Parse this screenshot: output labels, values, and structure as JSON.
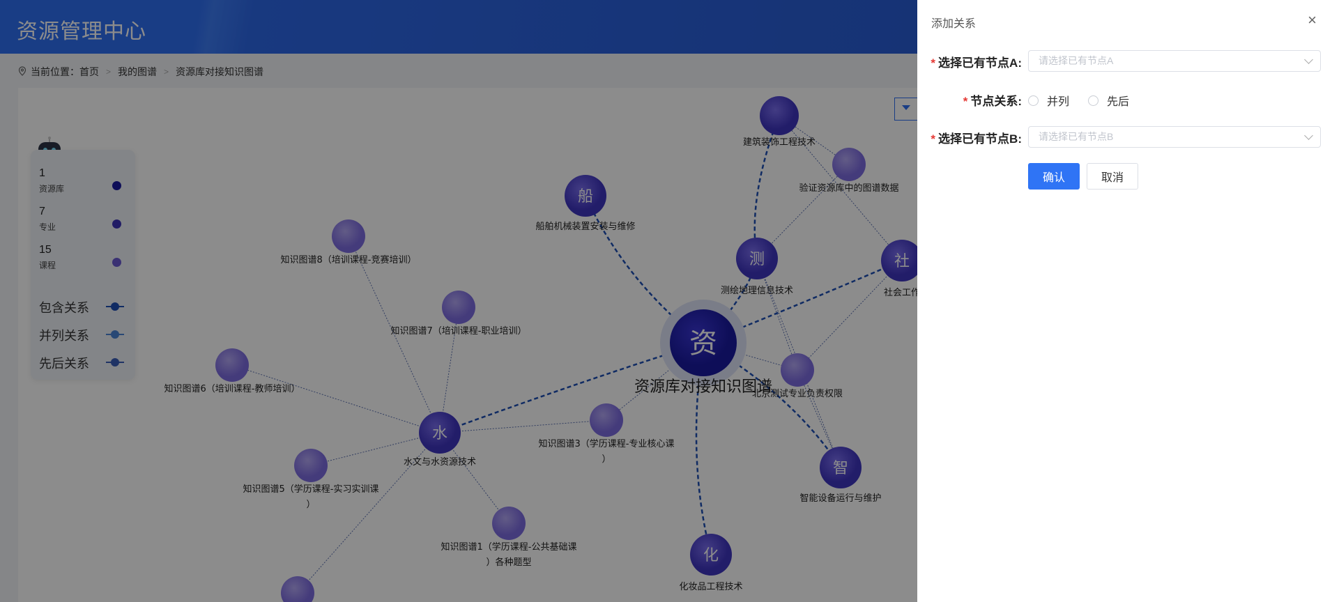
{
  "app": {
    "title": "资源管理中心"
  },
  "breadcrumb": {
    "prefix": "当前位置：",
    "items": [
      "首页",
      "我的图谱",
      "资源库对接知识图谱"
    ]
  },
  "legend": {
    "counts": [
      {
        "value": "1",
        "label": "资源库",
        "color": "#1a1aa0"
      },
      {
        "value": "7",
        "label": "专业",
        "color": "#3d33b8"
      },
      {
        "value": "15",
        "label": "课程",
        "color": "#6a5ad2"
      }
    ],
    "relations": [
      {
        "label": "包含关系",
        "color": "#1e4fb4"
      },
      {
        "label": "并列关系",
        "color": "#4a84d6"
      },
      {
        "label": "先后关系",
        "color": "#3a5db8"
      }
    ]
  },
  "graph": {
    "nodes": [
      {
        "id": "center",
        "char": "资",
        "label": "资源库对接知识图谱",
        "kind": "root"
      },
      {
        "id": "jz",
        "char": "",
        "label": "建筑装饰工程技术",
        "kind": "major"
      },
      {
        "id": "yz",
        "char": "",
        "label": "验证资源库中的图谱数据",
        "kind": "course"
      },
      {
        "id": "cb",
        "char": "船",
        "label": "船舶机械装置安装与维修",
        "kind": "major"
      },
      {
        "id": "ch",
        "char": "测",
        "label": "测绘地理信息技术",
        "kind": "major"
      },
      {
        "id": "sh",
        "char": "社",
        "label": "社会工作",
        "kind": "major"
      },
      {
        "id": "wj",
        "char": "",
        "label": "北京测试专业负责权限",
        "kind": "course"
      },
      {
        "id": "zn",
        "char": "智",
        "label": "智能设备运行与维护",
        "kind": "major"
      },
      {
        "id": "hz",
        "char": "化",
        "label": "化妆品工程技术",
        "kind": "major"
      },
      {
        "id": "sw",
        "char": "水",
        "label": "水文与水资源技术",
        "kind": "major"
      },
      {
        "id": "k8",
        "char": "",
        "label": "知识图谱8（培训课程-竞赛培训）",
        "kind": "course"
      },
      {
        "id": "k7",
        "char": "",
        "label": "知识图谱7（培训课程-职业培训）",
        "kind": "course"
      },
      {
        "id": "k6",
        "char": "",
        "label": "知识图谱6（培训课程-教师培训）",
        "kind": "course"
      },
      {
        "id": "k3",
        "char": "",
        "label": "知识图谱3（学历课程-专业核心课）",
        "kind": "course"
      },
      {
        "id": "k5",
        "char": "",
        "label": "知识图谱5（学历课程-实习实训课）",
        "kind": "course"
      },
      {
        "id": "k1",
        "char": "",
        "label": "知识图谱1（学历课程-公共基础课）各种题型",
        "kind": "course"
      },
      {
        "id": "kb",
        "char": "",
        "label": "",
        "kind": "course"
      }
    ]
  },
  "drawer": {
    "title": "添加关系",
    "close": "×",
    "fields": {
      "nodeA_label": "选择已有节点A:",
      "nodeA_placeholder": "请选择已有节点A",
      "relation_label": "节点关系:",
      "relation_options": [
        "并列",
        "先后"
      ],
      "nodeB_label": "选择已有节点B:",
      "nodeB_placeholder": "请选择已有节点B"
    },
    "confirm": "确认",
    "cancel": "取消",
    "required_mark": "*"
  }
}
